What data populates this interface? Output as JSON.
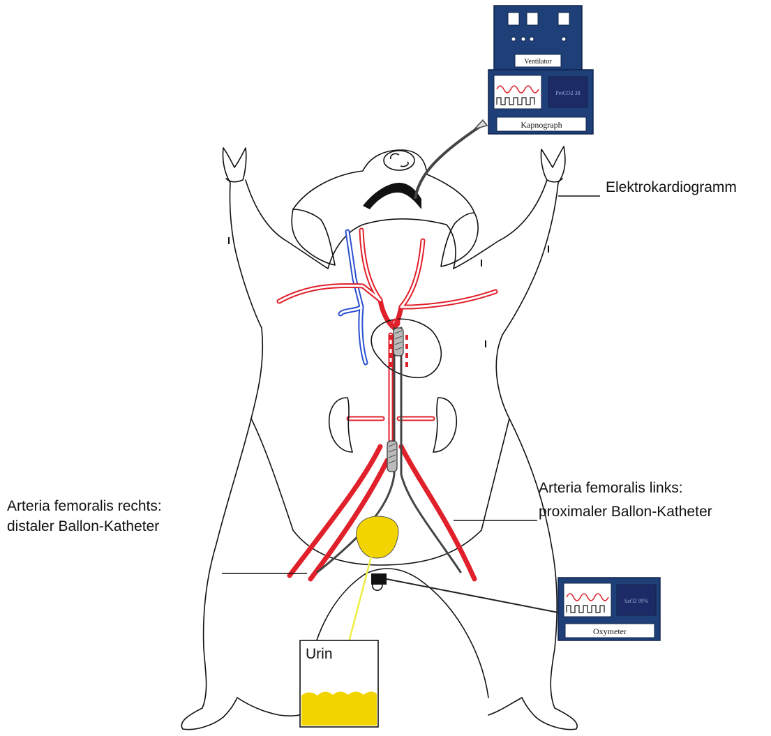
{
  "labels": {
    "ekg": "Elektrokardiogramm",
    "right_line1": "Arteria femoralis rechts:",
    "right_line2": "distaler Ballon-Katheter",
    "left_line1": "Arteria femoralis links:",
    "left_line2": "proximaler Ballon-Katheter",
    "urin": "Urin"
  },
  "devices": {
    "ventilator": "Ventilator",
    "kapnograph": "Kapnograph",
    "kapnograph_display": "PetCO2 38",
    "oxymeter": "Oxymeter",
    "oxymeter_display": "SaO2 99%"
  },
  "colors": {
    "artery": "#e0202a",
    "vein": "#2a4fd0",
    "device_bg": "#1f3f78",
    "device_screen": "#1c2a66",
    "urine": "#f2d400",
    "outline": "#111111",
    "catheter": "#444444"
  }
}
